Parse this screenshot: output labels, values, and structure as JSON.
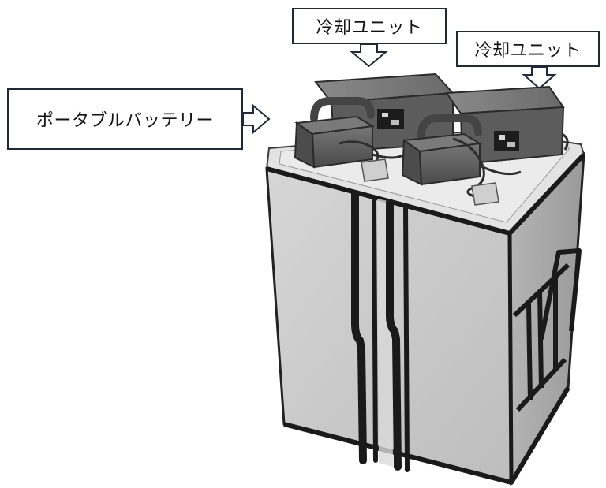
{
  "labels": {
    "cooling_unit_left": "冷却ユニット",
    "cooling_unit_right": "冷却ユニット",
    "portable_battery": "ポータブルバッテリー"
  },
  "colors": {
    "outline": "#1f2a36",
    "strap": "#1b1b1b",
    "bag_front": "#c9c9c9",
    "bag_side": "#a9a9a9",
    "lid": "#dedede",
    "unit_body": "#5e5e5e"
  },
  "icons": [
    "down-arrow-icon",
    "right-arrow-icon"
  ]
}
